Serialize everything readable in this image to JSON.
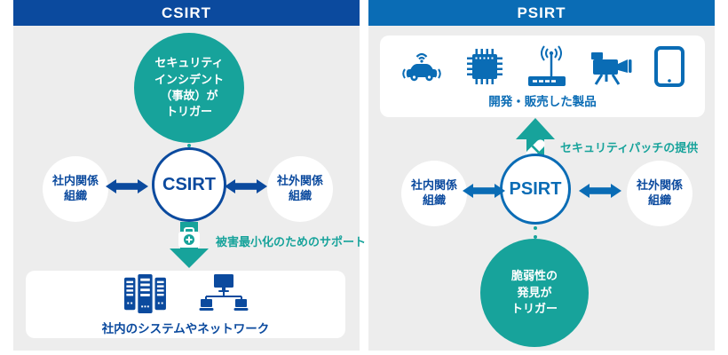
{
  "colors": {
    "left_header": "#0b4a9e",
    "right_header": "#0a6cb5",
    "teal_accent": "#17a39b",
    "panel_background": "#ededed",
    "navy_text": "#0b4a9e"
  },
  "left_panel": {
    "header": "CSIRT",
    "trigger_lines": [
      "セキュリティ",
      "インシデント",
      "（事故）が",
      "トリガー"
    ],
    "team": "CSIRT",
    "internal_org": [
      "社内関係",
      "組織"
    ],
    "external_org": [
      "社外関係",
      "組織"
    ],
    "support_label": "被害最小化のためのサポート",
    "support_icon": "first-aid-kit-icon",
    "target_label": "社内のシステムやネットワーク",
    "target_icons": [
      "server-rack-icon",
      "network-computers-icon"
    ]
  },
  "right_panel": {
    "header": "PSIRT",
    "products_label": "開発・販売した製品",
    "product_icons": [
      "connected-car-icon",
      "cpu-chip-icon",
      "wifi-router-icon",
      "video-camera-icon",
      "tablet-icon"
    ],
    "patch_label": "セキュリティパッチの提供",
    "patch_icon": "bandage-patch-icon",
    "team": "PSIRT",
    "internal_org": [
      "社内関係",
      "組織"
    ],
    "external_org": [
      "社外関係",
      "組織"
    ],
    "trigger_lines": [
      "脆弱性の",
      "発見が",
      "トリガー"
    ]
  }
}
